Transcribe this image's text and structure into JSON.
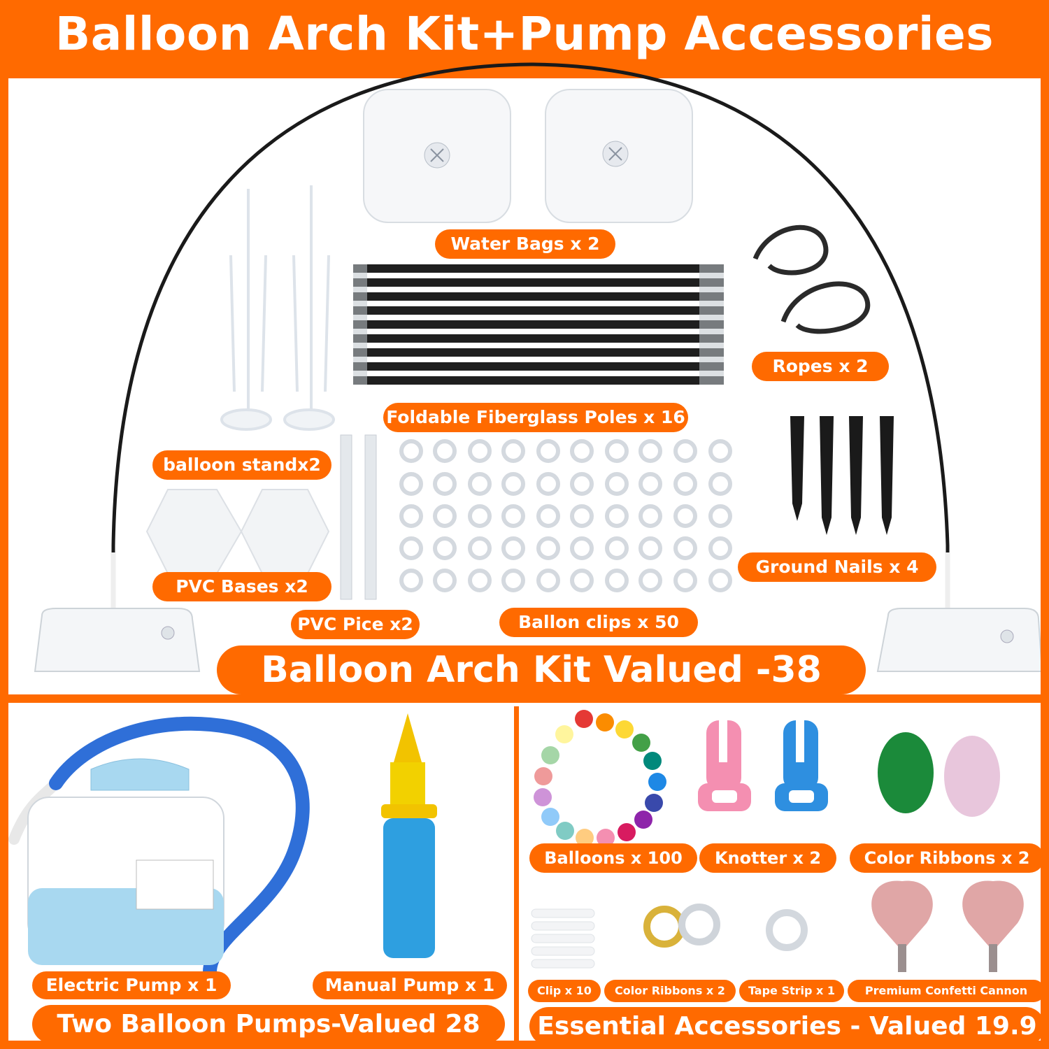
{
  "header": {
    "title": "Balloon Arch Kit+Pump Accessories"
  },
  "arch_section": {
    "labels": {
      "water_bags": "Water Bags x 2",
      "ropes": "Ropes x 2",
      "poles": "Foldable Fiberglass Poles x 16",
      "balloon_stand": "balloon standx2",
      "pvc_bases": "PVC Bases x2",
      "pvc_pice": "PVC Pice x2",
      "ballon_clips": "Ballon clips x 50",
      "ground_nails": "Ground Nails x 4"
    },
    "valued": "Balloon Arch Kit Valued -38"
  },
  "pumps_section": {
    "labels": {
      "electric_pump": "Electric Pump x 1",
      "manual_pump": "Manual Pump x 1"
    },
    "valued": "Two Balloon Pumps-Valued 28"
  },
  "accessories_section": {
    "labels": {
      "balloons": "Balloons x 100",
      "knotter": "Knotter x 2",
      "color_ribbons": "Color Ribbons x 2",
      "clip": "Clip x 10",
      "color_ribbons_small": "Color Ribbons x 2",
      "tape_strip": "Tape Strip x 1",
      "confetti_cannon": "Premium Confetti Cannon"
    },
    "valued": "Essential Accessories - Valued 19.9"
  },
  "colors": {
    "accent": "#ff6a00",
    "pole": "#1a1a1a",
    "pump_blue": "#8fd0f0"
  }
}
